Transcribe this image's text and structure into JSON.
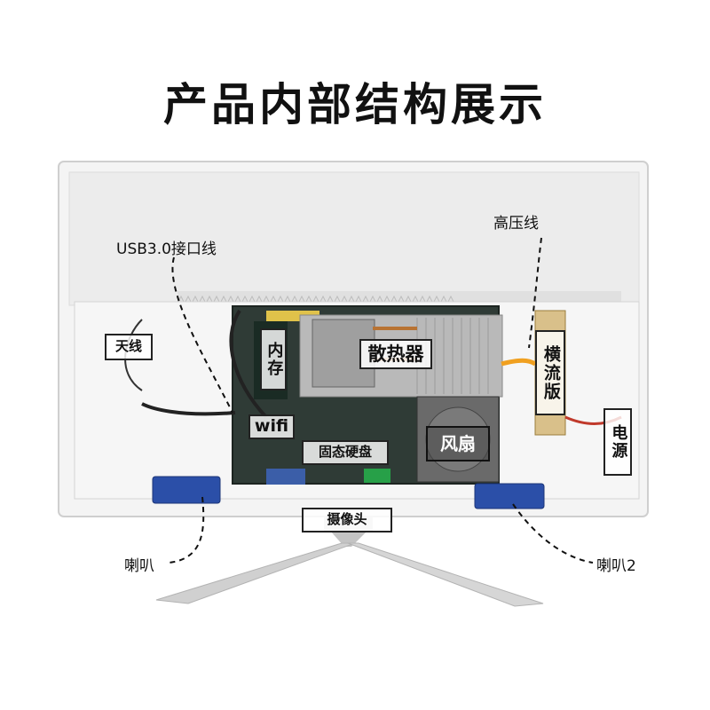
{
  "title": "产品内部结构展示",
  "callouts": {
    "usb": "USB3.0接口线",
    "hv": "高压线",
    "spk1": "喇叭",
    "spk2": "喇叭2"
  },
  "tags": {
    "antenna": "天线",
    "memory": "内存",
    "heatsink": "散热器",
    "inverter": "横流版",
    "wifi": "wifi",
    "ssd": "固态硬盘",
    "fan": "风扇",
    "power": "电源",
    "camera": "摄像头"
  },
  "colors": {
    "speaker": "#2b4fa8",
    "frame": "#f2f2f2",
    "board": "#2f3b36",
    "label_border": "#222222"
  }
}
